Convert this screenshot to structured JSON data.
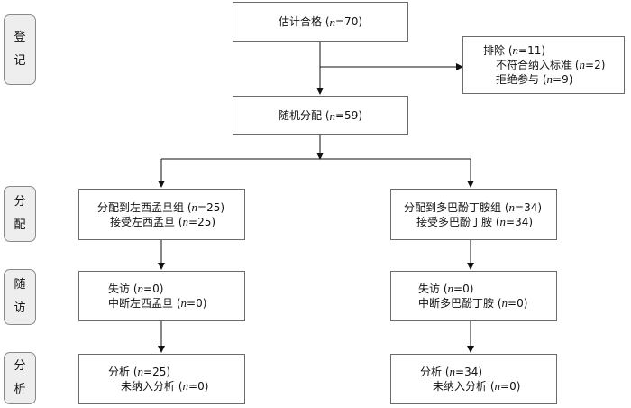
{
  "sides": {
    "registration": [
      "登",
      "记"
    ],
    "allocation": [
      "分",
      "配"
    ],
    "followup": [
      "随",
      "访"
    ],
    "analysis": [
      "分",
      "析"
    ]
  },
  "n_symbol": "n",
  "assessed": {
    "label": "估计合格",
    "value": "=70"
  },
  "excluded": {
    "label": "排除",
    "value": "=11",
    "items": [
      {
        "label": "不符合纳入标准",
        "value": "=2"
      },
      {
        "label": "拒绝参与",
        "value": "=9"
      }
    ]
  },
  "randomized": {
    "label": "随机分配",
    "value": "=59"
  },
  "left": {
    "alloc": {
      "label": "分配到左西孟旦组",
      "value": "=25"
    },
    "received": {
      "label": "接受左西孟旦",
      "value": "=25"
    },
    "lost": {
      "label": "失访",
      "value": "=0"
    },
    "discontinued": {
      "label": "中断左西孟旦",
      "value": "=0"
    },
    "analysed": {
      "label": "分析",
      "value": "=25"
    },
    "not_included": {
      "label": "未纳入分析",
      "value": "=0"
    }
  },
  "right": {
    "alloc": {
      "label": "分配到多巴酚丁胺组",
      "value": "=34"
    },
    "received": {
      "label": "接受多巴酚丁胺",
      "value": "=34"
    },
    "lost": {
      "label": "失访",
      "value": "=0"
    },
    "discontinued": {
      "label": "中断多巴酚丁胺",
      "value": "=0"
    },
    "analysed": {
      "label": "分析",
      "value": "=34"
    },
    "not_included": {
      "label": "未纳入分析",
      "value": "=0"
    }
  }
}
